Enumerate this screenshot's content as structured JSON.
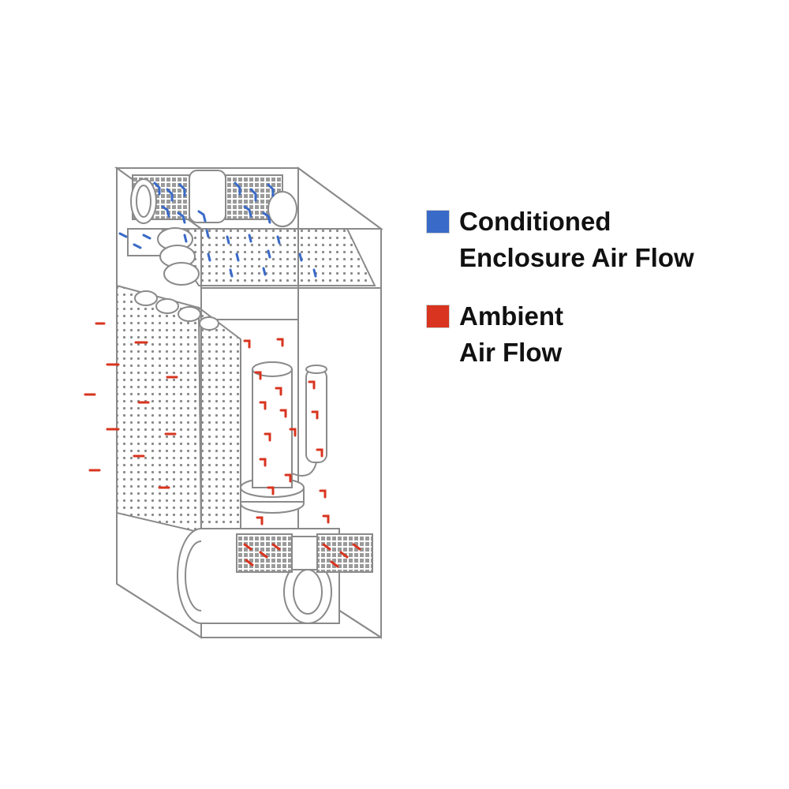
{
  "colors": {
    "conditioned": "#3a6ac8",
    "ambient": "#d8341f",
    "line": "#8a8a8a",
    "text": "#111111"
  },
  "legend": {
    "conditioned": {
      "line1": "Conditioned",
      "line2": "Enclosure Air Flow"
    },
    "ambient": {
      "line1": "Ambient",
      "line2": "Air Flow"
    }
  }
}
